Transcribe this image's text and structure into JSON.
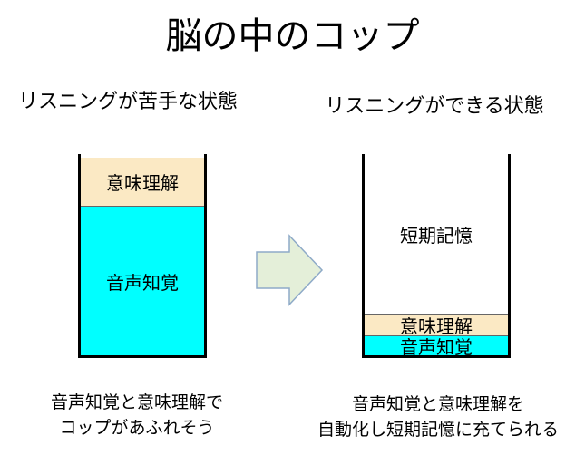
{
  "title": "脳の中のコップ",
  "left": {
    "heading": "リスニングが苦手な状態",
    "layers": {
      "comprehension": "意味理解",
      "perception": "音声知覚"
    },
    "caption": [
      "音声知覚と意味理解で",
      "コップがあふれそう"
    ]
  },
  "right": {
    "heading": "リスニングができる状態",
    "layers": {
      "memory": "短期記憶",
      "comprehension": "意味理解",
      "perception": "音声知覚"
    },
    "caption": [
      "音声知覚と意味理解を",
      "自動化し短期記憶に充てられる"
    ]
  },
  "colors": {
    "perception": "#00ffff",
    "comprehension": "#fbe9c4",
    "arrow_fill": "#e4efd9",
    "arrow_stroke": "#8eaac8"
  },
  "icons": {
    "arrow": "right-arrow-icon"
  }
}
